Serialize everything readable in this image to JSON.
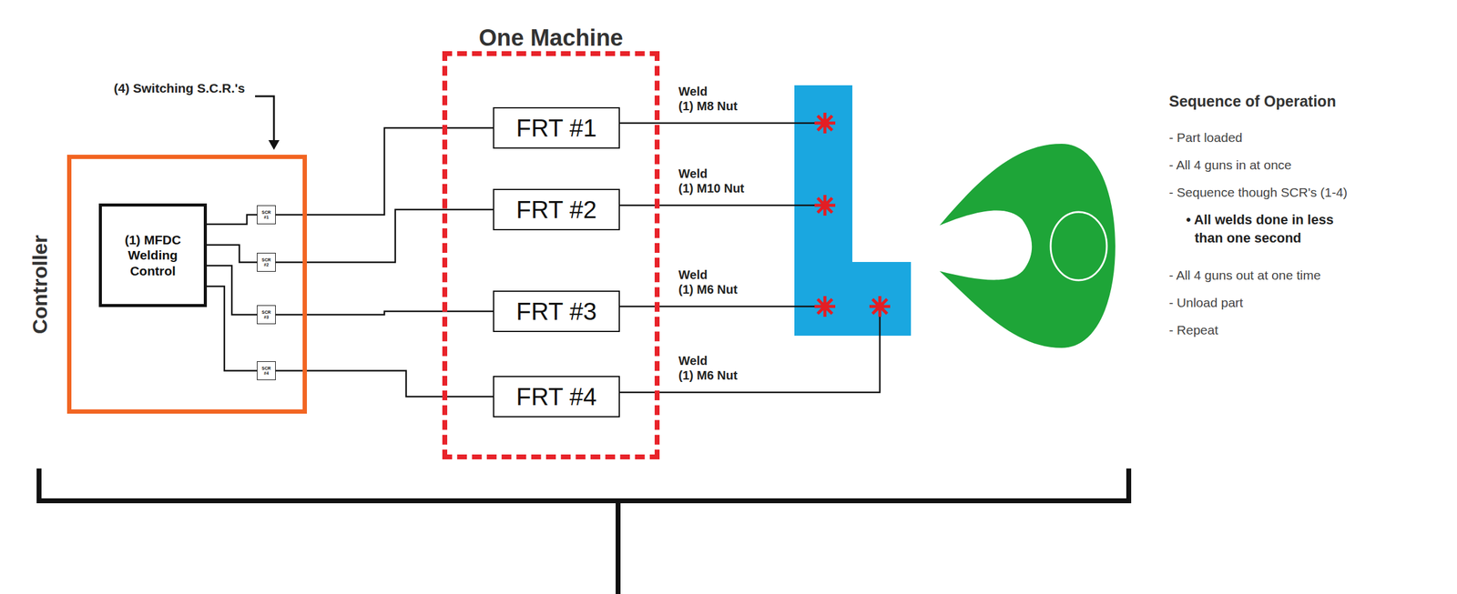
{
  "diagram": {
    "nodes": [
      {
        "text": [
          "Controller"
        ]
      },
      {
        "text": [
          "(1) MFDC Welding Control"
        ],
        "in": 0
      },
      {
        "text": [
          "SCR #1"
        ],
        "in": 0
      },
      {
        "text": [
          "SCR #2"
        ],
        "in": 0
      },
      {
        "text": [
          "SCR #3"
        ],
        "in": 0
      },
      {
        "text": [
          "SCR #4"
        ],
        "in": 0
      },
      {
        "text": [
          "One Machine"
        ]
      },
      {
        "text": [
          "FRT #1"
        ],
        "in": 6
      },
      {
        "text": [
          "FRT #2"
        ],
        "in": 6
      },
      {
        "text": [
          "FRT #3"
        ],
        "in": 6
      },
      {
        "text": [
          "FRT #4"
        ],
        "in": 6
      }
    ],
    "edges": [
      {
        "from": 1,
        "to": 2,
        "arrow": "none"
      },
      {
        "from": 1,
        "to": 3,
        "arrow": "none"
      },
      {
        "from": 1,
        "to": 4,
        "arrow": "none"
      },
      {
        "from": 1,
        "to": 5,
        "arrow": "none"
      },
      {
        "from": 2,
        "to": 7,
        "arrow": "none"
      },
      {
        "from": 3,
        "to": 8,
        "arrow": "none"
      },
      {
        "from": 4,
        "to": 9,
        "arrow": "none"
      },
      {
        "from": 5,
        "to": 10,
        "arrow": "none"
      }
    ],
    "labels": [
      "(4) Switching S.C.R.'s",
      "Weld",
      "(1) M8 Nut",
      "Weld",
      "(1) M10 Nut",
      "Weld",
      "(1) M6 Nut",
      "Weld",
      "(1) M6 Nut",
      "Sequence of Operation",
      "- Part loaded",
      "- All 4 guns in at once",
      "- Sequence though SCR's (1-4)",
      "• All welds done in less than one second",
      "- All 4 guns out at one time",
      "- Unload part",
      "- Repeat"
    ]
  }
}
